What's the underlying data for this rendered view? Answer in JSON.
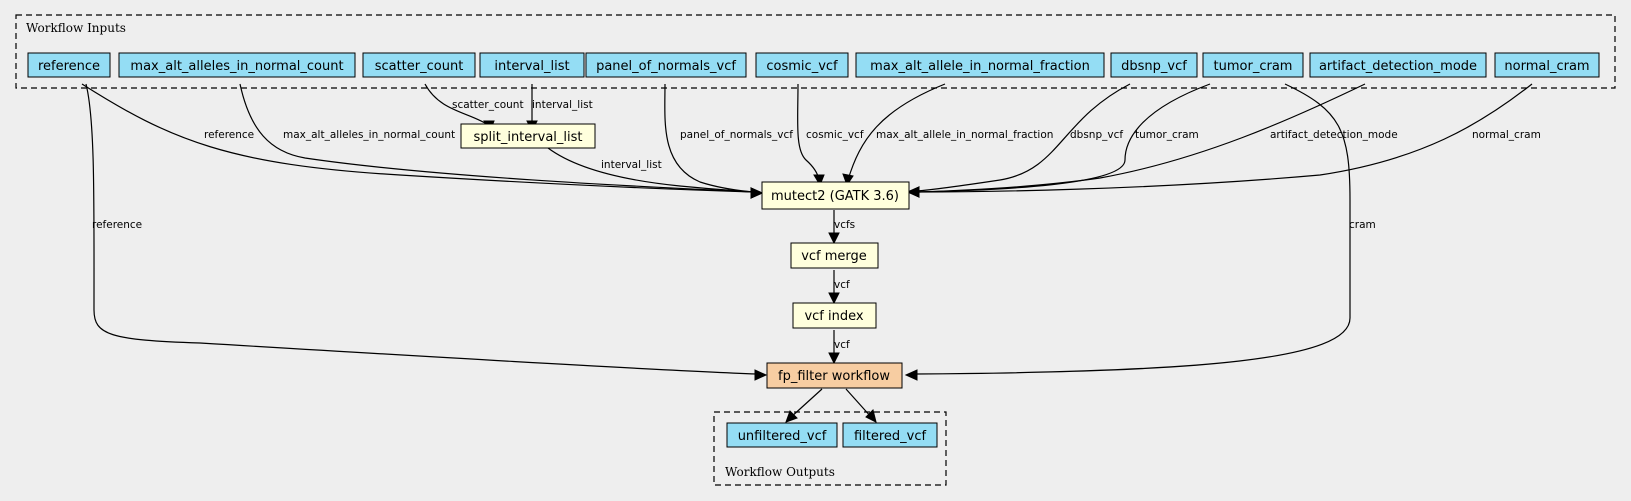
{
  "inputs_cluster": {
    "title": "Workflow Inputs"
  },
  "outputs_cluster": {
    "title": "Workflow Outputs"
  },
  "nodes": {
    "reference": "reference",
    "max_alt_alleles_in_normal_count": "max_alt_alleles_in_normal_count",
    "scatter_count": "scatter_count",
    "interval_list": "interval_list",
    "panel_of_normals_vcf": "panel_of_normals_vcf",
    "cosmic_vcf": "cosmic_vcf",
    "max_alt_allele_in_normal_fraction": "max_alt_allele_in_normal_fraction",
    "dbsnp_vcf": "dbsnp_vcf",
    "tumor_cram": "tumor_cram",
    "artifact_detection_mode": "artifact_detection_mode",
    "normal_cram": "normal_cram",
    "split_interval_list": "split_interval_list",
    "mutect2": "mutect2 (GATK 3.6)",
    "vcf_merge": "vcf merge",
    "vcf_index": "vcf index",
    "fp_filter": "fp_filter workflow",
    "unfiltered_vcf": "unfiltered_vcf",
    "filtered_vcf": "filtered_vcf"
  },
  "edge_labels": {
    "scatter_count": "scatter_count",
    "interval_list": "interval_list",
    "reference_to_mutect": "reference",
    "max_alt_alleles": "max_alt_alleles_in_normal_count",
    "split_to_mutect": "interval_list",
    "panel_of_normals_vcf": "panel_of_normals_vcf",
    "cosmic_vcf": "cosmic_vcf",
    "max_alt_allele_fraction": "max_alt_allele_in_normal_fraction",
    "dbsnp_vcf": "dbsnp_vcf",
    "tumor_cram": "tumor_cram",
    "artifact_detection_mode": "artifact_detection_mode",
    "normal_cram": "normal_cram",
    "reference_to_fp": "reference",
    "cram": "cram",
    "vcfs": "vcfs",
    "vcf_merge_to_index": "vcf",
    "vcf_index_to_fp": "vcf"
  }
}
